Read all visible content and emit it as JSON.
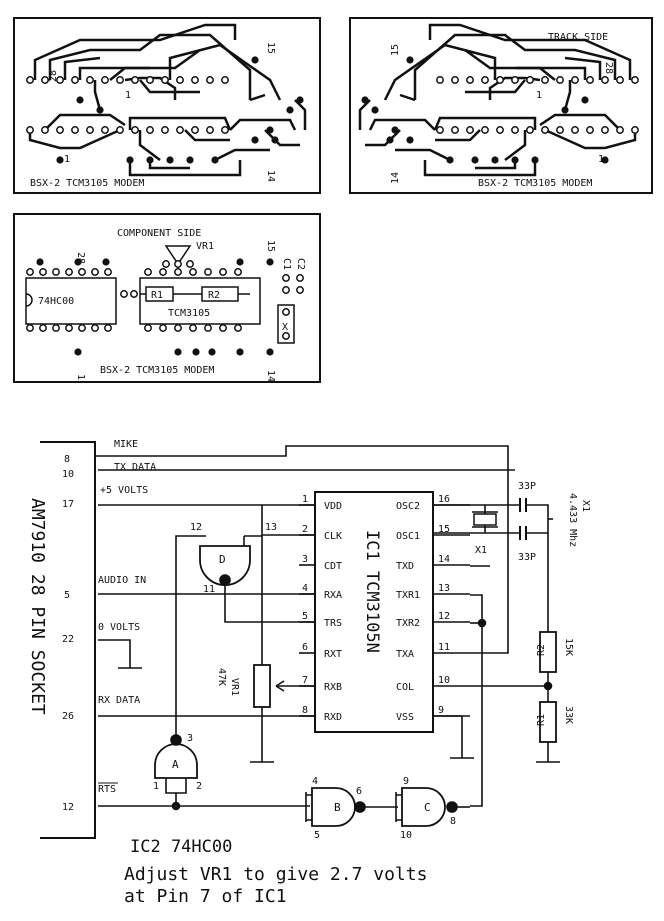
{
  "pcb_track_left": {
    "pin28": "28",
    "pin15": "15",
    "pin1": "1",
    "pin1b": "1",
    "pin14": "14",
    "label": "BSX-2 TCM3105 MODEM"
  },
  "pcb_track_right": {
    "title": "TRACK SIDE",
    "pin15": "15",
    "pin28": "28",
    "pin1": "1",
    "pin14": "14",
    "pin1b": "1",
    "label": "BSX-2 TCM3105 MODEM"
  },
  "pcb_component": {
    "title": "COMPONENT SIDE",
    "vr1": "VR1",
    "pin28": "28",
    "pin15": "15",
    "ic2": "74HC00",
    "r1": "R1",
    "r2": "R2",
    "ic1": "TCM3105",
    "c1": "C1",
    "c2": "C2",
    "x": "X",
    "pin1": "1",
    "pin14": "14",
    "label": "BSX-2 TCM3105 MODEM"
  },
  "schematic": {
    "socket_label": "AM7910 28 PIN SOCKET",
    "socket_pins": [
      "8",
      "10",
      "17",
      "5",
      "22",
      "26",
      "12"
    ],
    "signals": {
      "mike": "MIKE",
      "tx_data": "TX DATA",
      "plus5": "+5 VOLTS",
      "audio_in": "AUDIO IN",
      "zero_volts": "0 VOLTS",
      "rx_data": "RX DATA",
      "rts": "RTS"
    },
    "ic1_name": "IC1 TCM3105N",
    "ic1_left_pins": [
      {
        "num": "1",
        "name": "VDD"
      },
      {
        "num": "2",
        "name": "CLK"
      },
      {
        "num": "3",
        "name": "CDT"
      },
      {
        "num": "4",
        "name": "RXA"
      },
      {
        "num": "5",
        "name": "TRS"
      },
      {
        "num": "6",
        "name": "RXT"
      },
      {
        "num": "7",
        "name": "RXB"
      },
      {
        "num": "8",
        "name": "RXD"
      }
    ],
    "ic1_right_pins": [
      {
        "num": "16",
        "name": "OSC2"
      },
      {
        "num": "15",
        "name": "OSC1"
      },
      {
        "num": "14",
        "name": "TXD"
      },
      {
        "num": "13",
        "name": "TXR1"
      },
      {
        "num": "12",
        "name": "TXR2"
      },
      {
        "num": "11",
        "name": "TXA"
      },
      {
        "num": "10",
        "name": "COL"
      },
      {
        "num": "9",
        "name": "VSS"
      }
    ],
    "gate_d": {
      "name": "D",
      "in1": "12",
      "in2": "13",
      "out": "11"
    },
    "gate_a": {
      "name": "A",
      "in1": "1",
      "in2": "2",
      "out": "3"
    },
    "gate_b": {
      "name": "B",
      "in1": "4",
      "in2": "5",
      "out": "6"
    },
    "gate_c": {
      "name": "C",
      "in1": "9",
      "in2": "10",
      "out": "8"
    },
    "vr1_label": "VR1",
    "vr1_value": "47K",
    "x1_label": "X1",
    "x1_side_label": "X1",
    "x1_freq": "4.433 Mhz",
    "cap_top": "33P",
    "cap_bottom": "33P",
    "r2_label": "R2",
    "r2_value": "15K",
    "r1_label": "R1",
    "r1_value": "33K",
    "ic2_label": "IC2 74HC00",
    "note_line1": "Adjust VR1 to give 2.7 volts",
    "note_line2": "at Pin 7 of IC1"
  }
}
